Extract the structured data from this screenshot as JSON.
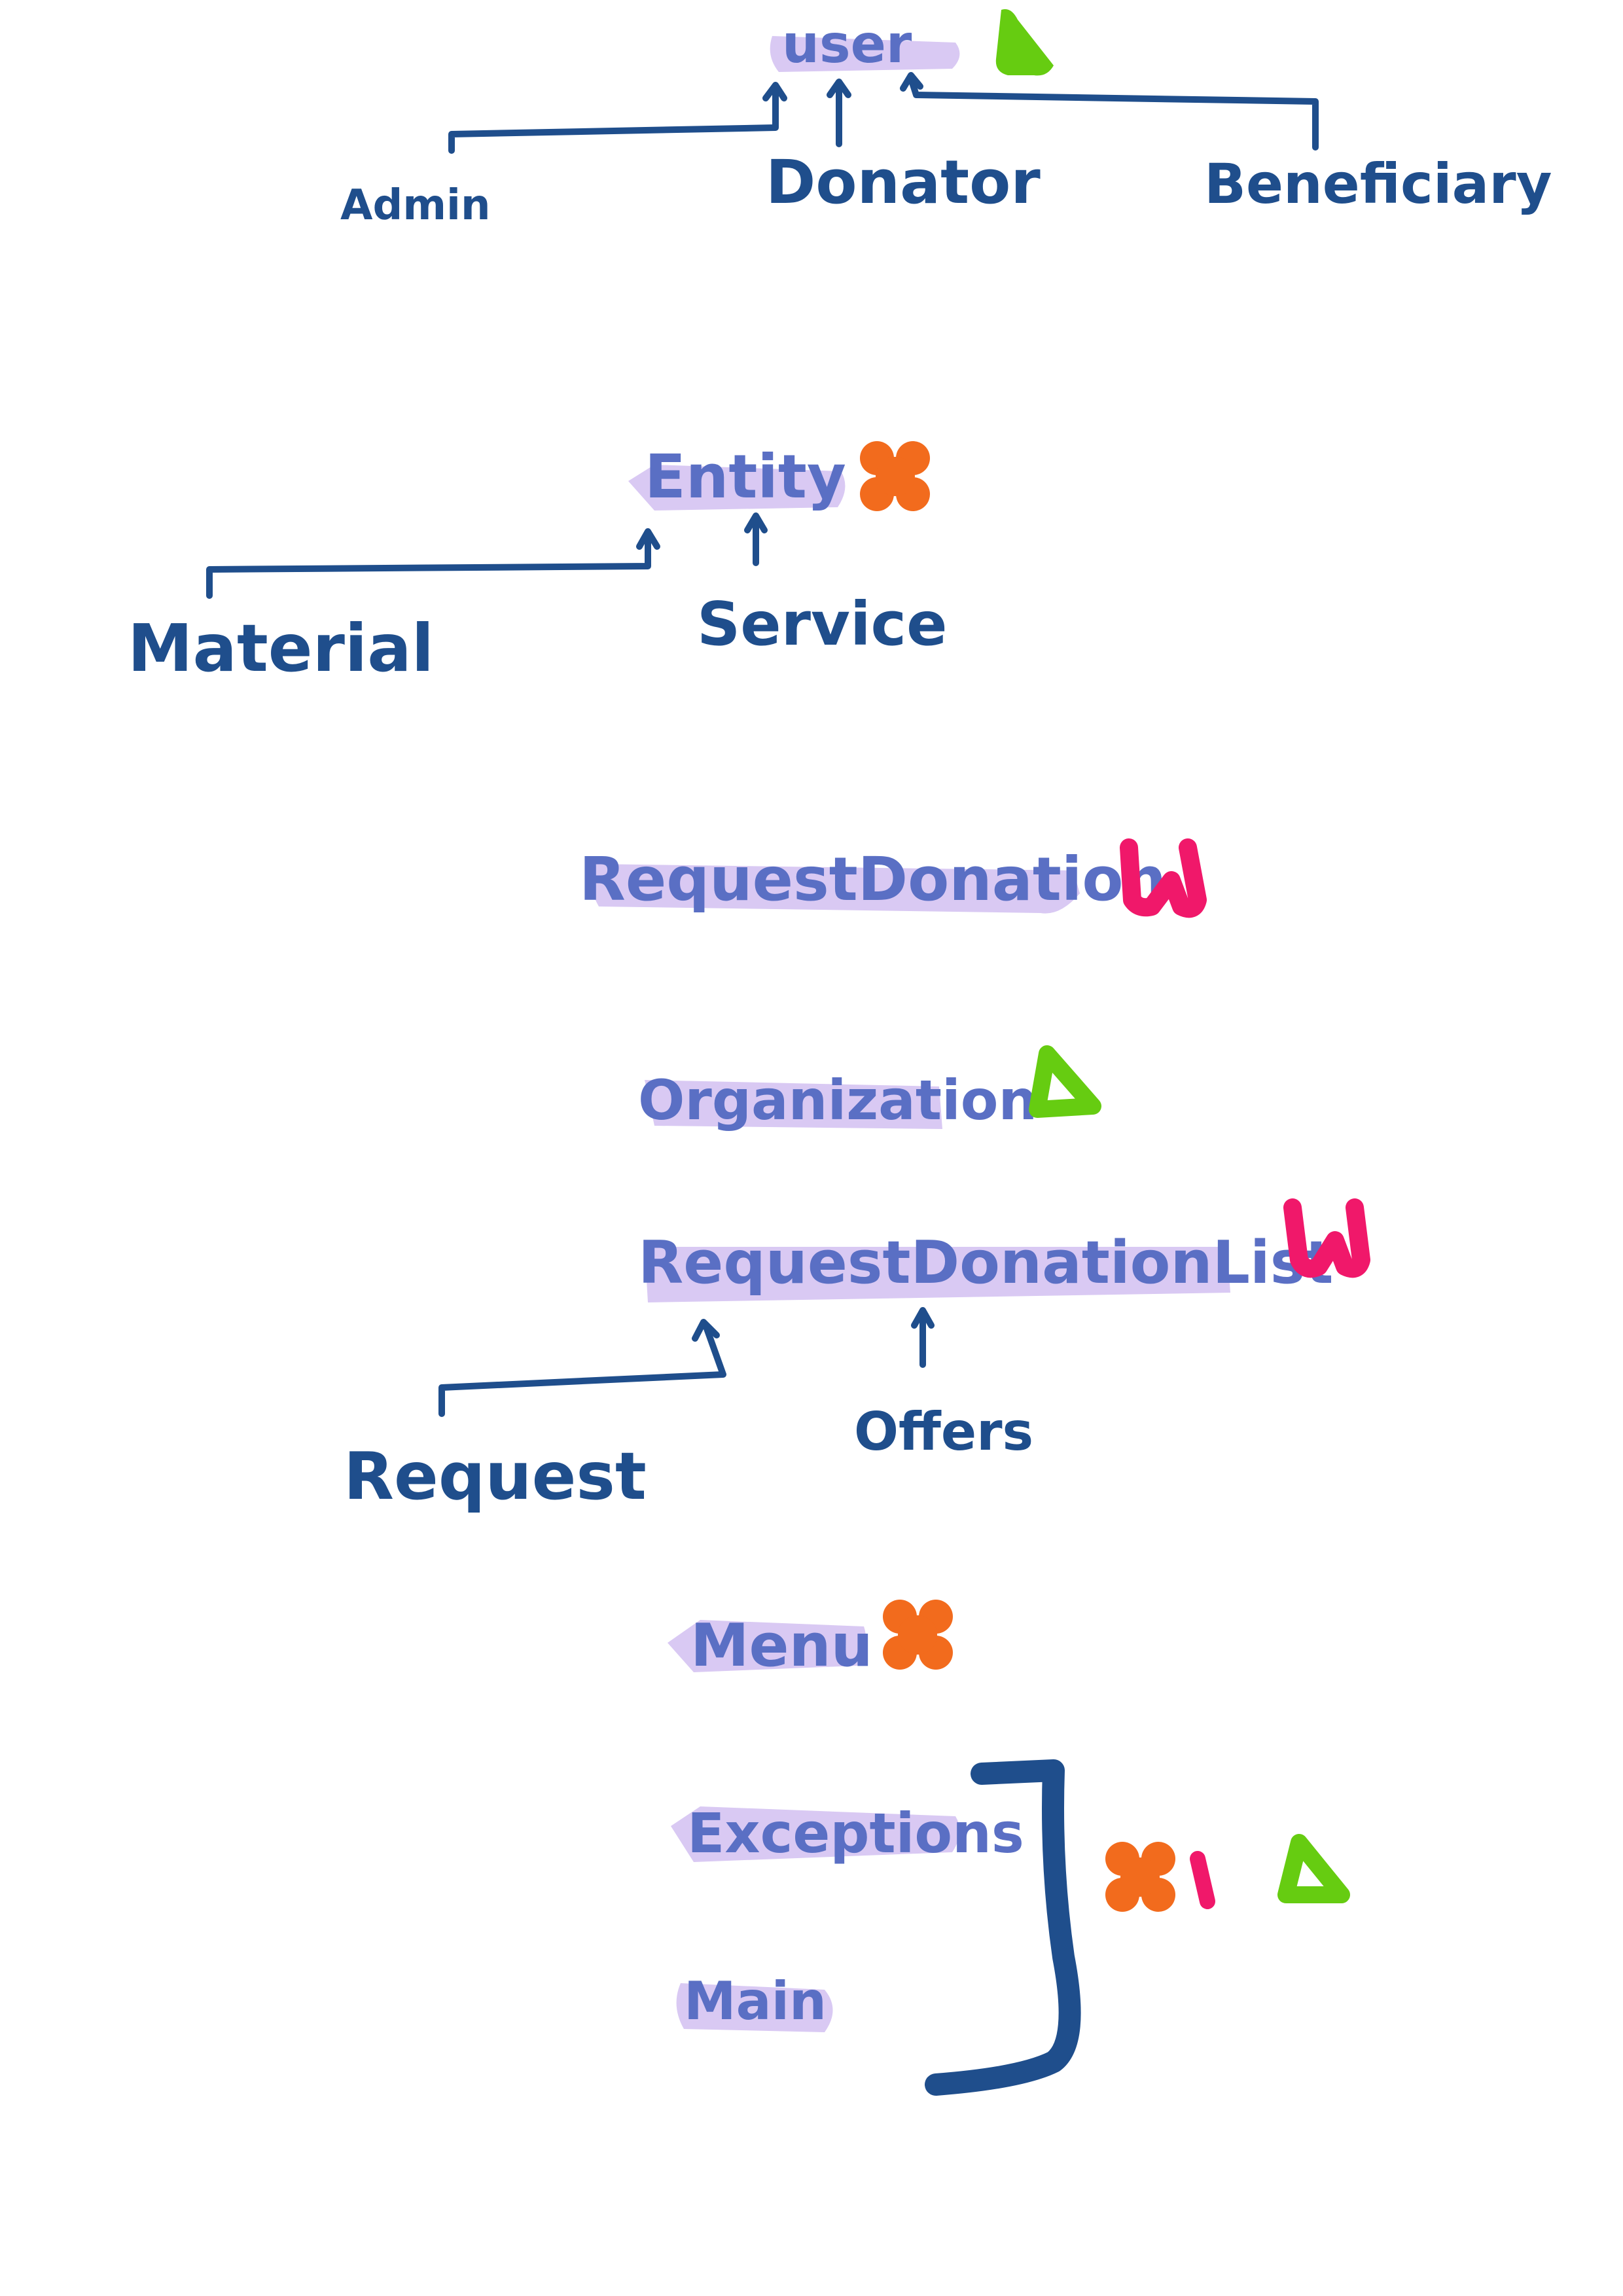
{
  "groups": {
    "user": {
      "parent": "user",
      "children": [
        "Admin",
        "Donator",
        "Beneficiary"
      ],
      "marker": "triangle",
      "marker_color": "#66cc11"
    },
    "entity": {
      "parent": "Entity",
      "children": [
        "Material",
        "Service"
      ],
      "marker": "cross",
      "marker_color": "#f26b1d"
    },
    "request_donation": {
      "label": "RequestDonation",
      "marker": "u",
      "marker_color": "#f0186a"
    },
    "organization": {
      "label": "Organization",
      "marker": "triangle",
      "marker_color": "#66cc11"
    },
    "request_donation_list": {
      "parent": "RequestDonationList",
      "children": [
        "Request",
        "Offers"
      ],
      "marker": "u",
      "marker_color": "#f0186a"
    },
    "menu": {
      "label": "Menu",
      "marker": "cross",
      "marker_color": "#f26b1d"
    },
    "exceptions": {
      "label": "Exceptions"
    },
    "main": {
      "label": "Main"
    },
    "bracket_markers": [
      {
        "marker": "cross",
        "color": "#f26b1d"
      },
      {
        "marker": "bar",
        "color": "#f0186a"
      },
      {
        "marker": "triangle",
        "color": "#66cc11"
      }
    ]
  },
  "colors": {
    "ink": "#1f4e8c",
    "highlight": "#d9c9f3",
    "highlight_text": "#5a6fc4"
  }
}
